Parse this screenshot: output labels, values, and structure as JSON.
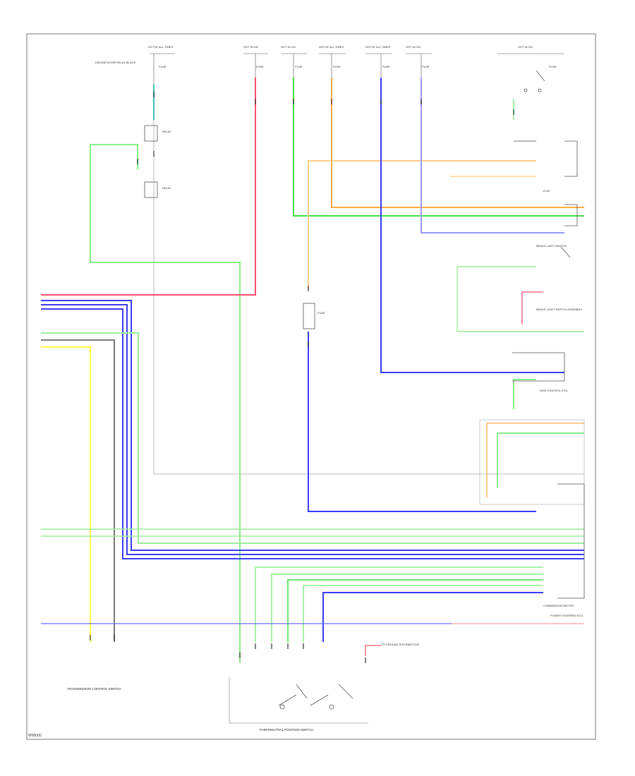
{
  "diagram": {
    "footer_id": "W00000",
    "top_fuses": [
      {
        "label": "HOT AT ALL TIMES",
        "fuse": "FUSE"
      },
      {
        "label": "HOT IN ON",
        "fuse": "FUSE"
      },
      {
        "label": "HOT IN ON",
        "fuse": "FUSE"
      },
      {
        "label": "HOT AT ALL TIMES",
        "fuse": "FUSE"
      },
      {
        "label": "HOT AT ALL TIMES",
        "fuse": "FUSE"
      },
      {
        "label": "HOT IN ON",
        "fuse": "FUSE"
      },
      {
        "label": "HOT IN ON",
        "fuse": "FUSE"
      }
    ],
    "top_left_module": "ENGINE ROOM RELAY BLOCK",
    "relay_1": "RELAY",
    "relay_2": "RELAY",
    "fusible_link": "FUSE",
    "right_module_1": "ECM",
    "right_module_2": "BRAKE LIGHT SWITCH",
    "right_module_3": "BRAKE LIGHT SWITCH ASSEMBLY",
    "right_module_4": "SKID CONTROL ECU",
    "right_module_5": "COMBINATION METER",
    "bottom_right_module": "POWER STEERING ECU",
    "transmission_label": "TRANSMISSION CONTROL SWITCH",
    "bottom_switch_label": "PARK/NEUTRAL POSITION SWITCH",
    "ground_ref": "TO GROUND DISTRIBUTION",
    "wire_colors": {
      "red": "#ff4d6d",
      "blue": "#3a3aff",
      "green": "#44dd44",
      "light_green": "#99ee99",
      "orange": "#ffaa44",
      "light_orange": "#ffcc88",
      "yellow": "#ffff44",
      "gray": "#888888",
      "teal": "#44bbbb",
      "lavender": "#9999ff",
      "dark_green": "#228822",
      "black": "#333333"
    }
  }
}
